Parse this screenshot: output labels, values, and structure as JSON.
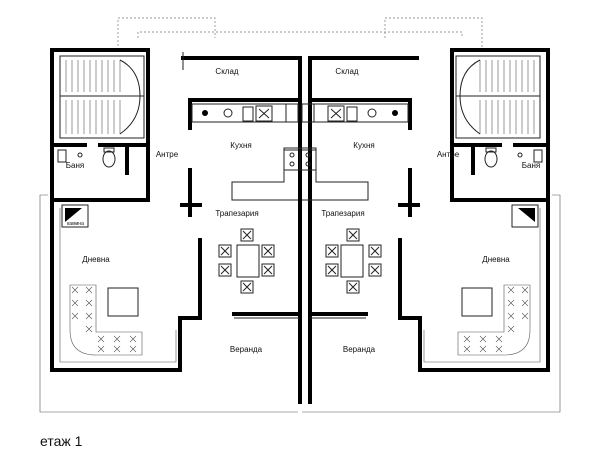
{
  "floor_label": "етаж 1",
  "rooms": {
    "sklad": "Склад",
    "kuhnya": "Кухня",
    "antre": "Антре",
    "banya": "Баня",
    "trapezaria": "Трапезария",
    "dnevna": "Дневна",
    "veranda": "Веранда",
    "kamina": "камина"
  },
  "colors": {
    "wall": "#000000",
    "background": "#ffffff",
    "furniture": "#222222"
  }
}
